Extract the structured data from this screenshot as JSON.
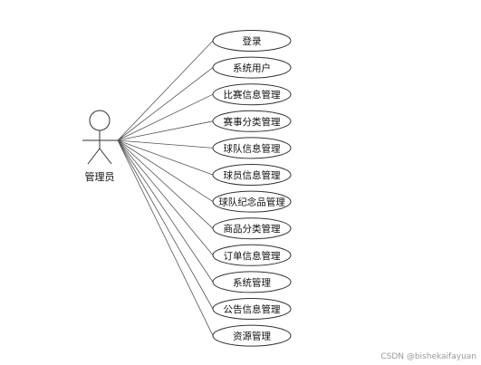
{
  "actor": {
    "label": "管理员"
  },
  "use_cases": [
    {
      "label": "登录"
    },
    {
      "label": "系统用户"
    },
    {
      "label": "比赛信息管理"
    },
    {
      "label": "赛事分类管理"
    },
    {
      "label": "球队信息管理"
    },
    {
      "label": "球员信息管理"
    },
    {
      "label": "球队纪念品管理"
    },
    {
      "label": "商品分类管理"
    },
    {
      "label": "订单信息管理"
    },
    {
      "label": "系统管理"
    },
    {
      "label": "公告信息管理"
    },
    {
      "label": "资源管理"
    }
  ],
  "watermark": "CSDN @bishekaifayuan"
}
